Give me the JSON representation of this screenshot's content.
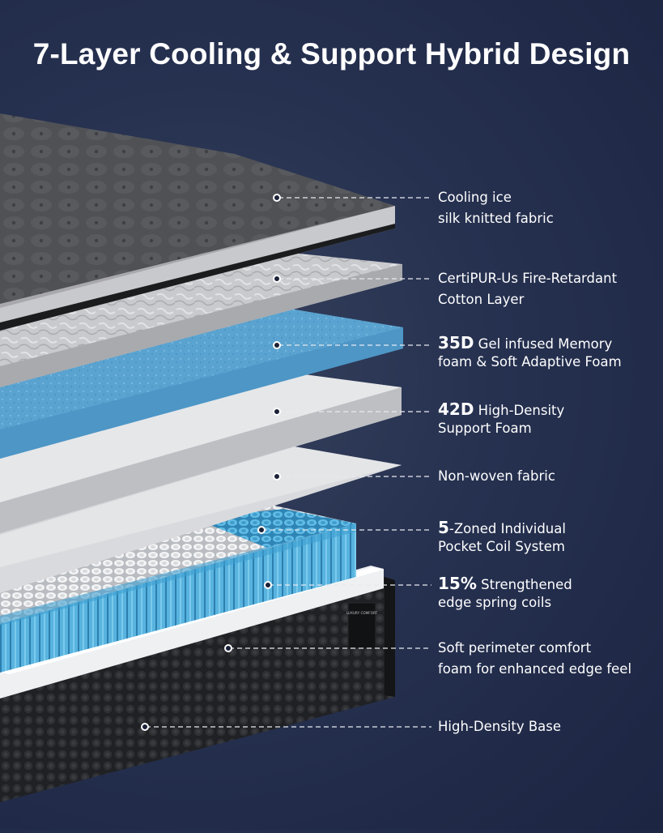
{
  "title": "7-Layer Cooling & Support Hybrid Design",
  "brand_tag": "LUXURY COMFORT",
  "layers": [
    {
      "name": "cooling-fabric",
      "line1": "Cooling ice",
      "line2": "silk knitted fabric",
      "highlight": ""
    },
    {
      "name": "fire-retardant-cotton",
      "line1": "CertiPUR-Us Fire-Retardant",
      "line2": "Cotton Layer",
      "highlight": ""
    },
    {
      "name": "gel-memory-foam",
      "highlight": "35D",
      "line1": " Gel infused Memory",
      "line2": "foam & Soft Adaptive Foam"
    },
    {
      "name": "support-foam",
      "highlight": "42D",
      "line1": " High-Density",
      "line2": "Support Foam"
    },
    {
      "name": "non-woven-fabric",
      "line1": "Non-woven fabric",
      "line2": "",
      "highlight": ""
    },
    {
      "name": "pocket-coil",
      "highlight": "5",
      "line1": "-Zoned Individual",
      "line2": "Pocket Coil System"
    },
    {
      "name": "edge-coils",
      "highlight": "15%",
      "line1": " Strengthened",
      "line2": "edge spring coils"
    },
    {
      "name": "perimeter-foam",
      "line1": "Soft perimeter comfort",
      "line2": "foam for enhanced edge feel",
      "highlight": ""
    },
    {
      "name": "base",
      "line1": "High-Density Base",
      "line2": "",
      "highlight": ""
    }
  ],
  "colors": {
    "background": "#263150",
    "fabric": "#4a4c50",
    "cotton": "#cfd0d2",
    "gel_foam": "#5ea7d3",
    "support_foam": "#dcdcdc",
    "coil": "#53b1de",
    "base": "#1f2022"
  }
}
